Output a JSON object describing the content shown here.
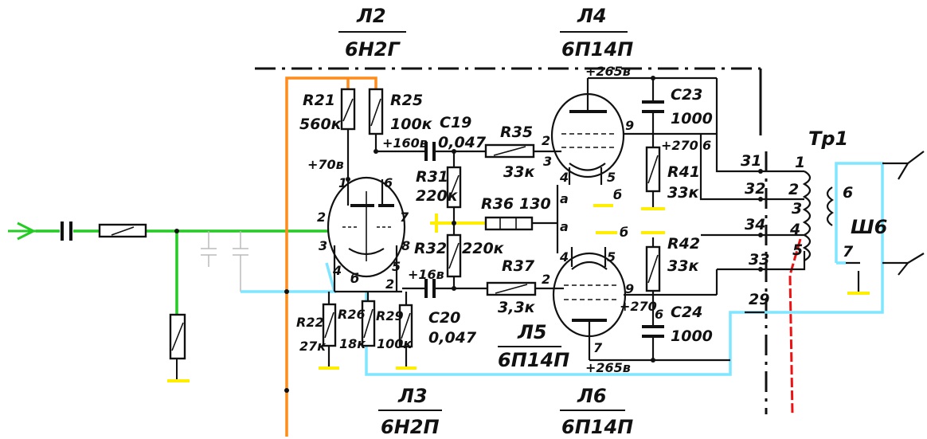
{
  "colors": {
    "input": "#22cc22",
    "feedback": "#ff8c1a",
    "neg_line": "#7fe6ff",
    "ground": "#ffee00",
    "red_line": "#ee1111",
    "ink": "#111111"
  },
  "tubes": {
    "l2": {
      "ref": "Л2",
      "type": "6Н2Г"
    },
    "l3": {
      "ref": "Л3",
      "type": "6Н2П"
    },
    "l4": {
      "ref": "Л4",
      "type": "6П14П"
    },
    "l5": {
      "ref": "Л5",
      "type": "6П14П"
    },
    "l6": {
      "ref": "Л6",
      "type": "6П14П"
    }
  },
  "components": {
    "r21": {
      "ref": "R21",
      "value": "560к"
    },
    "r25": {
      "ref": "R25",
      "value": "100к"
    },
    "r22": {
      "ref": "R22",
      "value": "27к"
    },
    "r26": {
      "ref": "R26",
      "value": "18к"
    },
    "r29": {
      "ref": "R29",
      "value": "100к"
    },
    "r31": {
      "ref": "R31",
      "value": "220к"
    },
    "r32": {
      "ref": "R32",
      "value": "220к"
    },
    "r35": {
      "ref": "R35",
      "value": "33к"
    },
    "r36": {
      "ref": "R36",
      "value": "130"
    },
    "r37": {
      "ref": "R37",
      "value": "3,3к"
    },
    "r41": {
      "ref": "R41",
      "value": "33к"
    },
    "r42": {
      "ref": "R42",
      "value": "33к"
    },
    "c19": {
      "ref": "C19",
      "value": "0,047"
    },
    "c20": {
      "ref": "C20",
      "value": "0,047"
    },
    "c23": {
      "ref": "C23",
      "value": "1000"
    },
    "c24": {
      "ref": "C24",
      "value": "1000"
    }
  },
  "voltages": {
    "v70": "+70в",
    "v160": "+160в",
    "v16": "+16в",
    "v265_top": "+265в",
    "v265_bottom": "+265в",
    "v270_top": "+270",
    "v270_bottom": "+270"
  },
  "transformer": {
    "ref": "Тр1",
    "shield": "Ш6"
  },
  "pins": {
    "l2_1": "1",
    "l2_6": "6",
    "l2_2": "2",
    "l2_7": "7",
    "l2_3": "3",
    "l2_8": "8",
    "l2_4": "4",
    "l2_5": "5",
    "l2_2b": "2",
    "l4_2": "2",
    "l4_3": "3",
    "l4_9": "9",
    "l4_6": "6",
    "l4_4": "4",
    "l4_5": "5",
    "l5_2": "2",
    "l5_4": "4",
    "l5_5": "5",
    "l5_9": "9",
    "l5_6": "6",
    "l5_7": "7",
    "tr_31": "31",
    "tr_32": "32",
    "tr_34": "34",
    "tr_33": "33",
    "tr_29": "29",
    "tr_1": "1",
    "tr_2": "2",
    "tr_3": "3",
    "tr_4": "4",
    "tr_5": "5",
    "tr_6": "6",
    "tr_7": "7",
    "mark_a1": "а",
    "mark_a2": "а",
    "mark_b1": "б",
    "mark_b2": "б",
    "mark_b3": "б"
  }
}
